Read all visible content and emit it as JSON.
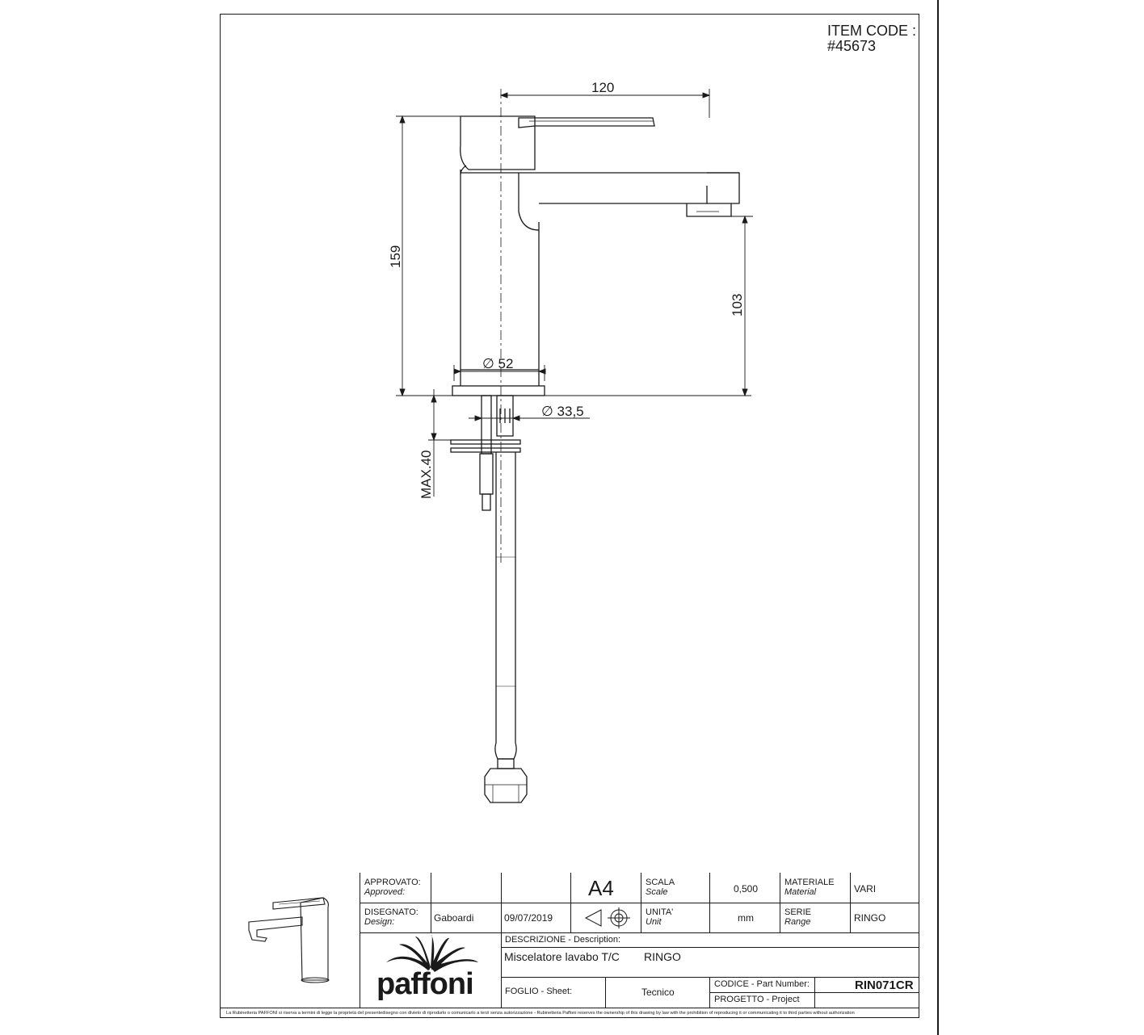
{
  "header": {
    "item_code_label": "ITEM CODE :",
    "item_code_value": "#45673"
  },
  "dimensions": {
    "width_120": "120",
    "height_159": "159",
    "height_103": "103",
    "dia_52": "∅ 52",
    "dia_33_5": "∅ 33,5",
    "max_40": "MAX.40"
  },
  "title_block": {
    "approved_label": "APPROVATO:",
    "approved_label_en": "Approved:",
    "format": "A4",
    "scale_label": "SCALA",
    "scale_label_en": "Scale",
    "scale_value": "0,500",
    "material_label": "MATERIALE",
    "material_label_en": "Material",
    "material_value": "VARI",
    "design_label": "DISEGNATO:",
    "design_label_en": "Design:",
    "designer": "Gaboardi",
    "date": "09/07/2019",
    "unit_label": "UNITA'",
    "unit_label_en": "Unit",
    "unit_value": "mm",
    "range_label": "SERIE",
    "range_label_en": "Range",
    "range_value": "RINGO",
    "description_label": "DESCRIZIONE - Description:",
    "description_value": "Miscelatore lavabo T/C",
    "description_series": "RINGO",
    "sheet_label": "FOGLIO - Sheet:",
    "sheet_value": "Tecnico",
    "part_number_label": "CODICE - Part Number:",
    "part_number_value": "RIN071CR",
    "project_label": "PROGETTO - Project",
    "logo_text": "paffoni"
  },
  "footer_text": "La Rubinetteria PAFFONI si riserva a termini di legge la proprietà del presentedisegno con divieto di riprodurlo o comunicarlo a terzi senza autorizzazione - Rubinetteria Paffoni reserves the ownership of this drawing by law with the prohibition of reproducing it or communicating it to third parties without authorization"
}
